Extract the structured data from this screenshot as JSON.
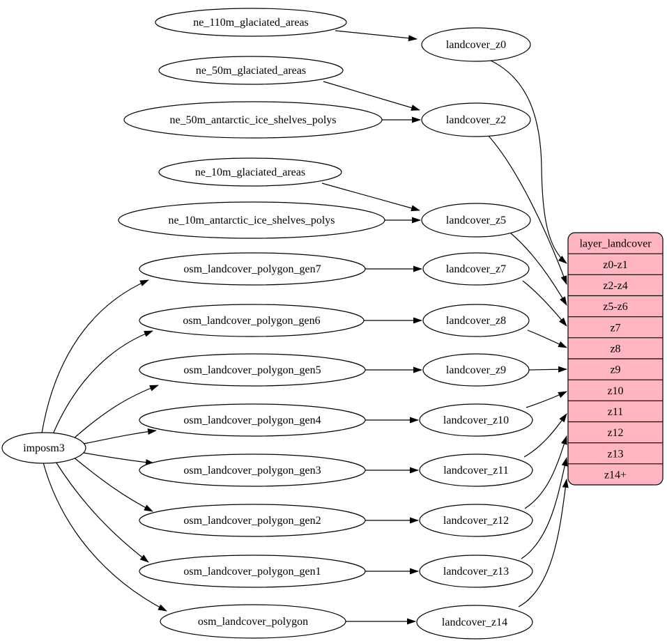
{
  "diagram": {
    "nodes": {
      "imposm3": "imposm3",
      "ne110": "ne_110m_glaciated_areas",
      "ne50g": "ne_50m_glaciated_areas",
      "ne50a": "ne_50m_antarctic_ice_shelves_polys",
      "ne10g": "ne_10m_glaciated_areas",
      "ne10a": "ne_10m_antarctic_ice_shelves_polys",
      "gen7": "osm_landcover_polygon_gen7",
      "gen6": "osm_landcover_polygon_gen6",
      "gen5": "osm_landcover_polygon_gen5",
      "gen4": "osm_landcover_polygon_gen4",
      "gen3": "osm_landcover_polygon_gen3",
      "gen2": "osm_landcover_polygon_gen2",
      "gen1": "osm_landcover_polygon_gen1",
      "poly": "osm_landcover_polygon",
      "z0": "landcover_z0",
      "z2": "landcover_z2",
      "z5": "landcover_z5",
      "z7": "landcover_z7",
      "z8": "landcover_z8",
      "z9": "landcover_z9",
      "z10": "landcover_z10",
      "z11": "landcover_z11",
      "z12": "landcover_z12",
      "z13": "landcover_z13",
      "z14": "landcover_z14"
    },
    "table": {
      "title": "layer_landcover",
      "rows": [
        "z0-z1",
        "z2-z4",
        "z5-z6",
        "z7",
        "z8",
        "z9",
        "z10",
        "z11",
        "z12",
        "z13",
        "z14+"
      ]
    },
    "edges": [
      {
        "from": "ne_110m_glaciated_areas",
        "to": "landcover_z0"
      },
      {
        "from": "ne_50m_glaciated_areas",
        "to": "landcover_z2"
      },
      {
        "from": "ne_50m_antarctic_ice_shelves_polys",
        "to": "landcover_z2"
      },
      {
        "from": "ne_10m_glaciated_areas",
        "to": "landcover_z5"
      },
      {
        "from": "ne_10m_antarctic_ice_shelves_polys",
        "to": "landcover_z5"
      },
      {
        "from": "osm_landcover_polygon_gen7",
        "to": "landcover_z7"
      },
      {
        "from": "osm_landcover_polygon_gen6",
        "to": "landcover_z8"
      },
      {
        "from": "osm_landcover_polygon_gen5",
        "to": "landcover_z9"
      },
      {
        "from": "osm_landcover_polygon_gen4",
        "to": "landcover_z10"
      },
      {
        "from": "osm_landcover_polygon_gen3",
        "to": "landcover_z11"
      },
      {
        "from": "osm_landcover_polygon_gen2",
        "to": "landcover_z12"
      },
      {
        "from": "osm_landcover_polygon_gen1",
        "to": "landcover_z13"
      },
      {
        "from": "osm_landcover_polygon",
        "to": "landcover_z14"
      },
      {
        "from": "imposm3",
        "to": "osm_landcover_polygon_gen7"
      },
      {
        "from": "imposm3",
        "to": "osm_landcover_polygon_gen6"
      },
      {
        "from": "imposm3",
        "to": "osm_landcover_polygon_gen5"
      },
      {
        "from": "imposm3",
        "to": "osm_landcover_polygon_gen4"
      },
      {
        "from": "imposm3",
        "to": "osm_landcover_polygon_gen3"
      },
      {
        "from": "imposm3",
        "to": "osm_landcover_polygon_gen2"
      },
      {
        "from": "imposm3",
        "to": "osm_landcover_polygon_gen1"
      },
      {
        "from": "imposm3",
        "to": "osm_landcover_polygon"
      },
      {
        "from": "landcover_z0",
        "to": "layer_landcover:z0-z1"
      },
      {
        "from": "landcover_z2",
        "to": "layer_landcover:z2-z4"
      },
      {
        "from": "landcover_z5",
        "to": "layer_landcover:z5-z6"
      },
      {
        "from": "landcover_z7",
        "to": "layer_landcover:z7"
      },
      {
        "from": "landcover_z8",
        "to": "layer_landcover:z8"
      },
      {
        "from": "landcover_z9",
        "to": "layer_landcover:z9"
      },
      {
        "from": "landcover_z10",
        "to": "layer_landcover:z10"
      },
      {
        "from": "landcover_z11",
        "to": "layer_landcover:z11"
      },
      {
        "from": "landcover_z12",
        "to": "layer_landcover:z12"
      },
      {
        "from": "landcover_z13",
        "to": "layer_landcover:z13"
      },
      {
        "from": "landcover_z14",
        "to": "layer_landcover:z14+"
      }
    ],
    "colors": {
      "table_fill": "#ffb6c1",
      "stroke": "#000000",
      "node_fill": "#ffffff"
    }
  }
}
